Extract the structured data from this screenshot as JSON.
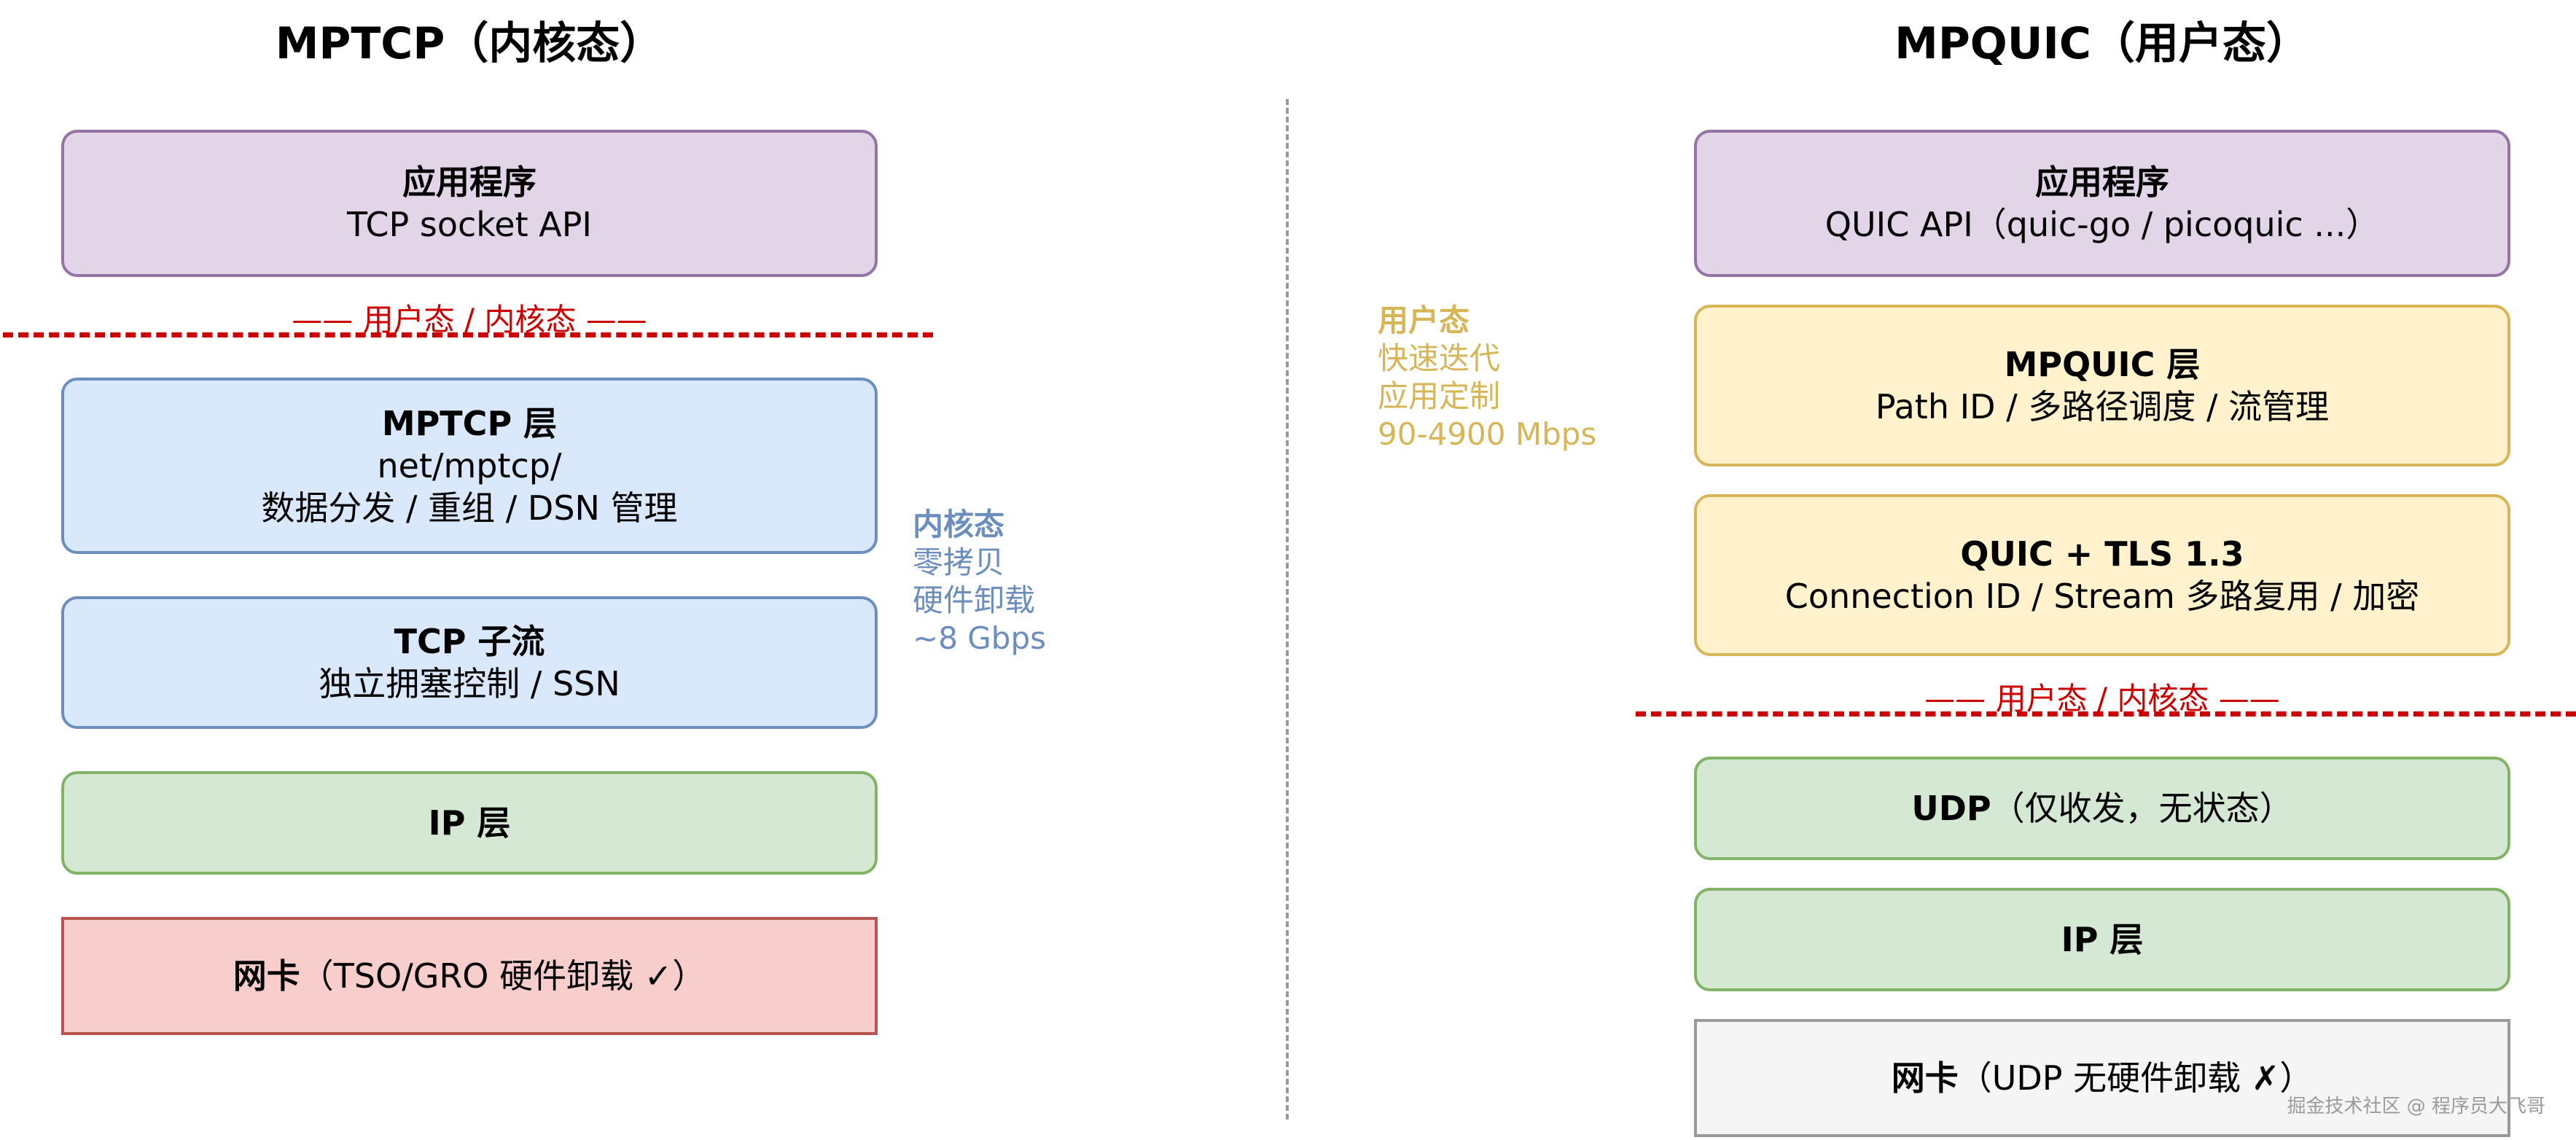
{
  "left": {
    "title": "MPTCP（内核态）",
    "boxes": [
      {
        "name": "应用程序",
        "sub": "TCP socket API"
      },
      {
        "name": "MPTCP 层",
        "sub1": "net/mptcp/",
        "sub2": "数据分发 / 重组 / DSN 管理"
      },
      {
        "name": "TCP 子流",
        "sub": "独立拥塞控制 / SSN"
      },
      {
        "name": "IP 层"
      },
      {
        "name": "网卡",
        "sub": "（TSO/GRO 硬件卸载 ✓）"
      }
    ],
    "divider_label": "—— 用户态 / 内核态 ——",
    "note": {
      "heading": "内核态",
      "lines": [
        "零拷贝",
        "硬件卸载",
        "~8 Gbps"
      ]
    }
  },
  "right": {
    "title": "MPQUIC（用户态）",
    "boxes": [
      {
        "name": "应用程序",
        "sub": "QUIC API（quic-go / picoquic ...）"
      },
      {
        "name": "MPQUIC 层",
        "sub": "Path ID / 多路径调度 / 流管理"
      },
      {
        "name": "QUIC + TLS 1.3",
        "sub": "Connection ID / Stream 多路复用 / 加密"
      },
      {
        "name": "UDP",
        "sub": "（仅收发，无状态）"
      },
      {
        "name": "IP 层"
      },
      {
        "name": "网卡",
        "sub": "（UDP 无硬件卸载 ✗）"
      }
    ],
    "divider_label": "—— 用户态 / 内核态 ——",
    "note": {
      "heading": "用户态",
      "lines": [
        "快速迭代",
        "应用定制",
        "90-4900 Mbps"
      ]
    }
  },
  "watermark": "掘金技术社区 @ 程序员大飞哥",
  "colors": {
    "purple_fill": "#e1d5e7",
    "blue_fill": "#dae8fc",
    "green_fill": "#d5e8d4",
    "yellow_fill": "#fff2cc",
    "red_fill": "#f8cecc",
    "gray_fill": "#f5f5f5",
    "divider": "#cc0000",
    "kernel_note": "#6c8ebf",
    "user_note": "#d6b656"
  }
}
